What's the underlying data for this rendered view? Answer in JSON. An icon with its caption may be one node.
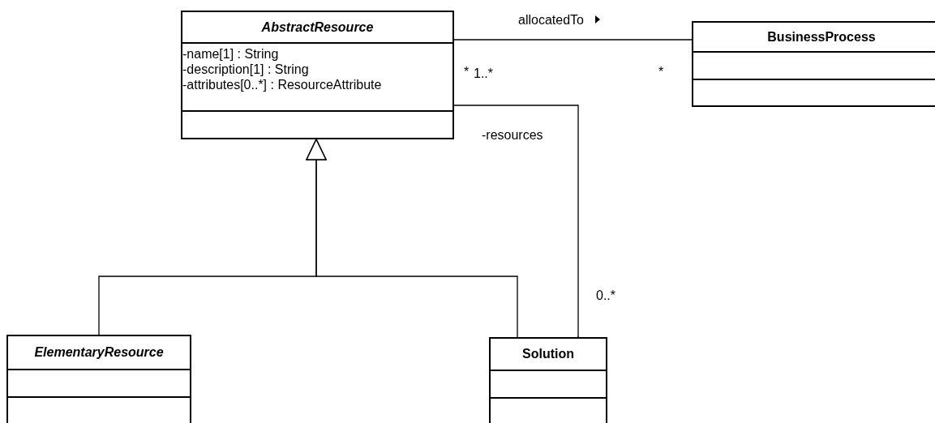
{
  "diagram": {
    "nodes": [
      {
        "text": [
          "*AbstractResource*",
          "-name[1] : String",
          "-description[1] : String",
          "-attributes[0..*] : ResourceAttribute"
        ]
      },
      {
        "text": [
          "BusinessProcess"
        ]
      },
      {
        "text": [
          "*ElementaryResource*"
        ]
      },
      {
        "text": [
          "Solution"
        ]
      }
    ],
    "edges": [
      {
        "from": 0,
        "to": 1,
        "arrow": "none",
        "label": "allocatedTo"
      },
      {
        "from": 3,
        "to": 0,
        "arrow": "other"
      },
      {
        "from": 2,
        "to": 0,
        "arrow": "to"
      },
      {
        "from": 3,
        "to": 0,
        "arrow": "to"
      }
    ],
    "labels": [
      "*",
      "1..*",
      "*",
      "-resources",
      "0..*"
    ]
  }
}
